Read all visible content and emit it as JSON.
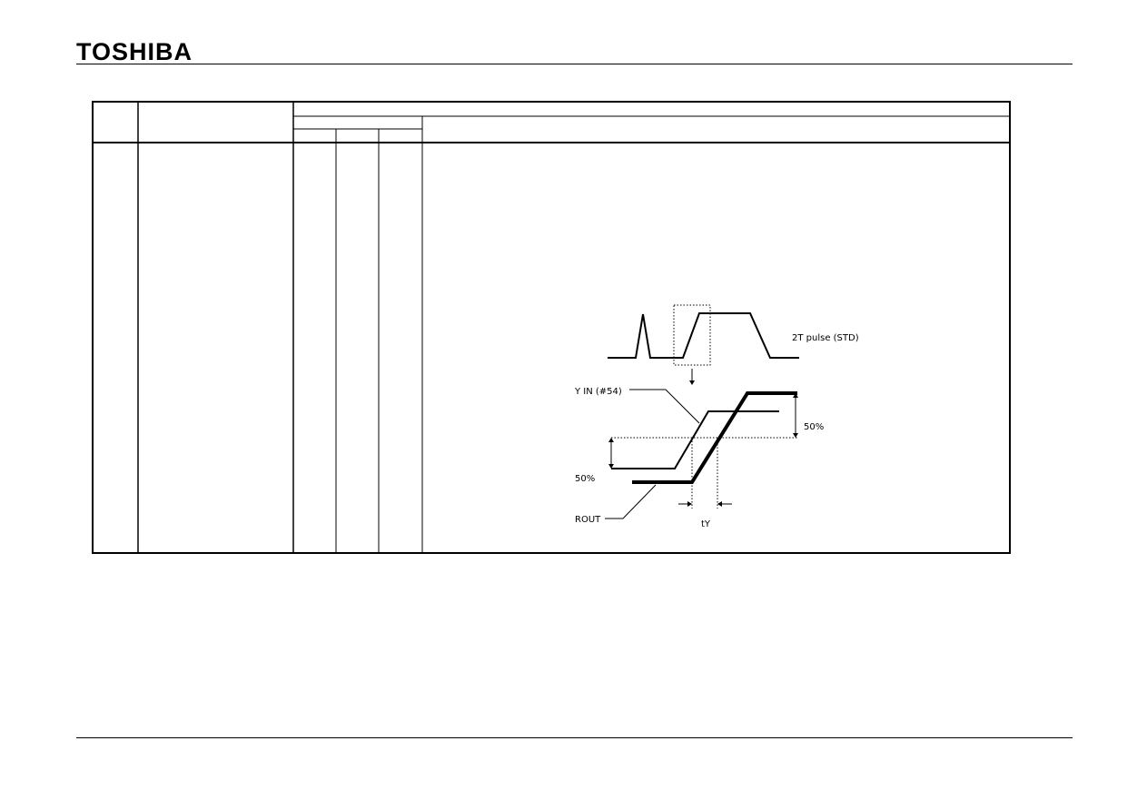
{
  "header": {
    "brand": "TOSHIBA"
  },
  "figure": {
    "pulse_label": "2T pulse (STD)",
    "input_label": "Y IN (#54)",
    "output_label": "ROUT",
    "upper_percent": "50%",
    "lower_percent": "50%",
    "delay_label": "tY"
  }
}
